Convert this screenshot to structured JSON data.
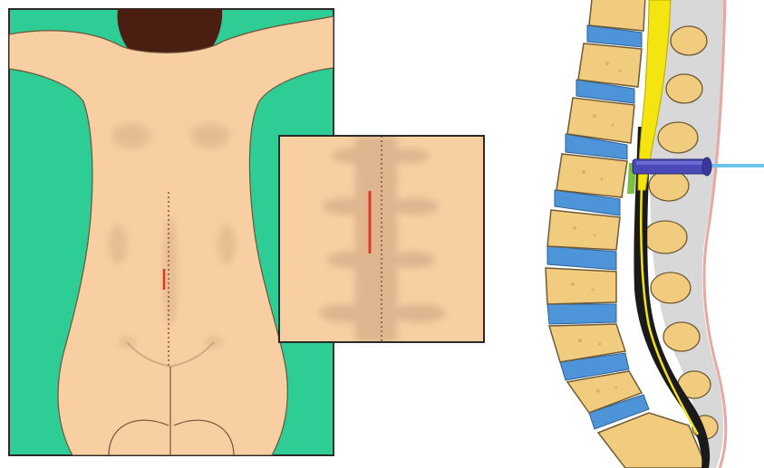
{
  "figure": {
    "panels": [
      {
        "id": "back-view",
        "kind": "illustration"
      },
      {
        "id": "incision-inset",
        "kind": "zoom-inset"
      },
      {
        "id": "spine-sagittal",
        "kind": "cross-section"
      }
    ]
  },
  "colors": {
    "background": "#ffffff",
    "panel_bg": "#2fcd96",
    "skin": "#f7cfa3",
    "skin_shadow": "#d9ae86",
    "hair": "#4a1e10",
    "incision": "#e0362a",
    "spine_dots": "#8a5a3a",
    "vertebra": "#f2cc7e",
    "vertebra_outline": "#6e5a35",
    "disc": "#4e94d8",
    "spinal_cord": "#f4e40f",
    "cord_dark": "#1a1a1a",
    "canal_gray": "#d8d8d8",
    "needle_body": "#4b49b8",
    "needle_tip": "#6ec3ea",
    "skin_edge": "#e8a8a0"
  },
  "icons": {
    "needle": "needle-icon",
    "incision": "incision-mark-icon"
  }
}
